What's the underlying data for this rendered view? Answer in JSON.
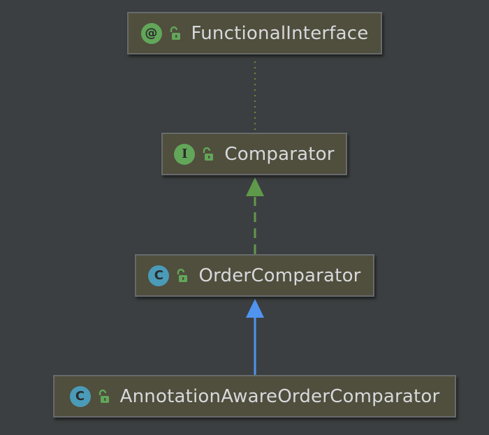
{
  "nodes": [
    {
      "id": "functional-interface",
      "label": "FunctionalInterface",
      "kind": "annotation",
      "kind_glyph": "@",
      "icon": "annotation-icon"
    },
    {
      "id": "comparator",
      "label": "Comparator",
      "kind": "interface",
      "kind_glyph": "I",
      "icon": "interface-icon"
    },
    {
      "id": "order-comparator",
      "label": "OrderComparator",
      "kind": "class",
      "kind_glyph": "C",
      "icon": "class-icon"
    },
    {
      "id": "annotation-aware-order-comparator",
      "label": "AnnotationAwareOrderComparator",
      "kind": "class",
      "kind_glyph": "C",
      "icon": "class-icon"
    }
  ],
  "edges": [
    {
      "from": "comparator",
      "to": "functional-interface",
      "style": "dotted",
      "color": "#6f8a3c",
      "meaning": "annotated-with"
    },
    {
      "from": "order-comparator",
      "to": "comparator",
      "style": "dashed",
      "color": "#5f9a4a",
      "meaning": "implements"
    },
    {
      "from": "annotation-aware-order-comparator",
      "to": "order-comparator",
      "style": "solid",
      "color": "#5194f0",
      "meaning": "extends"
    }
  ],
  "colors": {
    "background": "#3c3f41",
    "node_fill": "#504e3d",
    "node_border": "#686b6c",
    "text": "#d7d9db",
    "annotation_icon": "#62a65a",
    "interface_icon": "#62a65a",
    "class_icon": "#4a9bb8",
    "lock": "#62a65a"
  }
}
